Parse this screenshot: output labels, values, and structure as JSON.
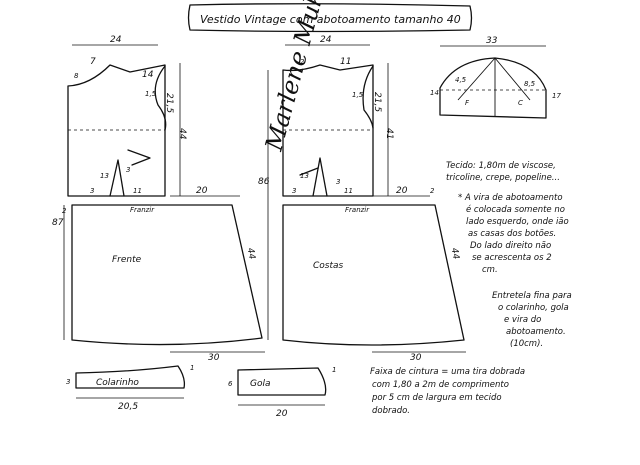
{
  "title": "Vestido Vintage com abotoamento tamanho 40",
  "signature": "Marlene Mukai",
  "front_bodice": {
    "width": "24",
    "shoulder": "7",
    "neck_w": "8",
    "neck_d": "14",
    "armhole": "1,5",
    "side": "21,5",
    "length": "44",
    "dart_h": "13",
    "dart_a": "3",
    "dart_b": "11",
    "bottom_a": "3",
    "waist_b": "2",
    "waist_c": "20"
  },
  "back_bodice": {
    "width": "24",
    "neck": "2",
    "shoulder": "11",
    "armhole_a": "1,5",
    "armhole_b": "21,5",
    "length": "41",
    "dart_h": "13",
    "dart_a": "3",
    "dart_b": "11",
    "bottom_a": "3",
    "bottom_b": "20",
    "waist": "2"
  },
  "sleeve": {
    "width": "33",
    "cap_l": "14",
    "cap_r": "17",
    "curve_a": "4,5",
    "curve_b": "8,5",
    "front_mark": "F",
    "back_mark": "C"
  },
  "skirt_front": {
    "label": "Frente",
    "gather": "Franzir",
    "side": "44",
    "hem": "30",
    "left": "87"
  },
  "skirt_back": {
    "label": "Costas",
    "gather": "Franzir",
    "side": "44",
    "hem": "30",
    "left": "86"
  },
  "collar": {
    "label": "Colarinho",
    "width": "20,5",
    "height": "3",
    "tip": "1"
  },
  "gola": {
    "label": "Gola",
    "width": "20",
    "height": "6",
    "tip": "1"
  },
  "notes": {
    "fabric": [
      "Tecido: 1,80m de viscose,",
      "tricoline, crepe, popeline..."
    ],
    "button": [
      "* A vira de abotoamento",
      "é colocada somente no",
      "lado esquerdo, onde ião",
      "as casas dos botões.",
      "Do lado direito não",
      "se acrescenta os 2",
      "cm."
    ],
    "interface": [
      "Entretela fina para",
      "o colarinho, gola",
      "e vira do",
      "abotoamento.",
      "(10cm)."
    ],
    "waistband": [
      "Faixa de cintura = uma tira dobrada",
      "com 1,80 a 2m de comprimento",
      "por 5 cm de largura em tecido",
      "dobrado."
    ]
  }
}
